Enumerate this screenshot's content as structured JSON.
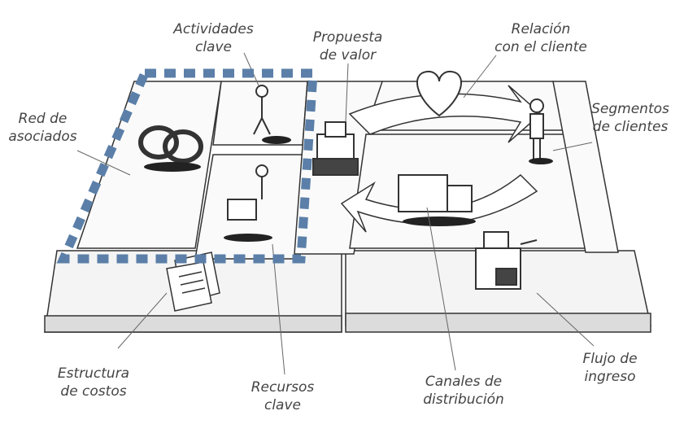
{
  "labels": {
    "actividades": [
      "Actividades",
      "clave"
    ],
    "propuesta": [
      "Propuesta",
      "de valor"
    ],
    "relacion": [
      "Relación",
      "con el cliente"
    ],
    "red": [
      "Red de",
      "asociados"
    ],
    "segmentos": [
      "Segmentos",
      "de clientes"
    ],
    "estructura": [
      "Estructura",
      "de costos"
    ],
    "recursos": [
      "Recursos",
      "clave"
    ],
    "canales": [
      "Canales de",
      "distribución"
    ],
    "flujo": [
      "Flujo de",
      "ingreso"
    ]
  },
  "colors": {
    "highlight": "#5b7fa8",
    "ink": "#333333",
    "paper": "#ffffff",
    "shadow": "#e6e6e6"
  },
  "icons": [
    "rings-icon",
    "worker-icon",
    "forklift-worker-icon",
    "gift-boxes-icon",
    "heart-icon",
    "person-icon",
    "truck-icon",
    "cash-register-icon",
    "documents-icon"
  ]
}
